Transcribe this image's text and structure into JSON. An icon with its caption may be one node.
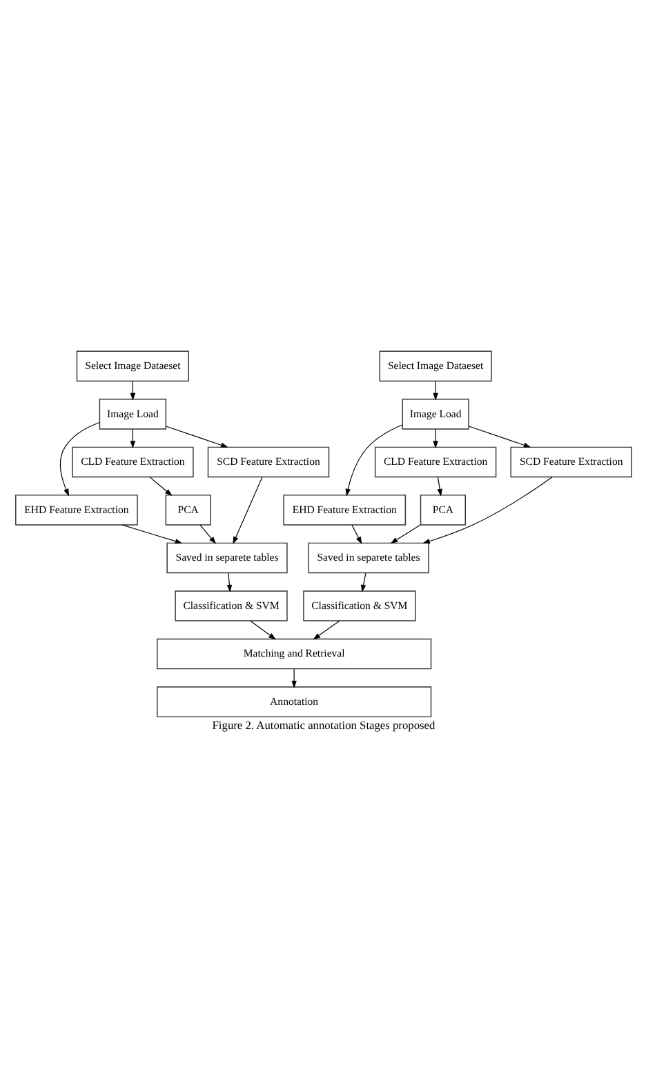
{
  "diagram": {
    "caption": "Figure 2. Automatic annotation Stages proposed",
    "nodes": [
      {
        "text": [
          "Select Image Dataeset"
        ]
      },
      {
        "text": [
          "Image Load"
        ]
      },
      {
        "text": [
          "EHD Feature Extraction"
        ]
      },
      {
        "text": [
          "CLD Feature Extraction"
        ]
      },
      {
        "text": [
          "SCD Feature Extraction"
        ]
      },
      {
        "text": [
          "PCA"
        ]
      },
      {
        "text": [
          "Saved in separete tables"
        ]
      },
      {
        "text": [
          "Classification & SVM"
        ]
      },
      {
        "text": [
          "Select Image Dataeset"
        ]
      },
      {
        "text": [
          "Image Load"
        ]
      },
      {
        "text": [
          "EHD Feature Extraction"
        ]
      },
      {
        "text": [
          "CLD Feature Extraction"
        ]
      },
      {
        "text": [
          "SCD Feature Extraction"
        ]
      },
      {
        "text": [
          "PCA"
        ]
      },
      {
        "text": [
          "Saved in separete tables"
        ]
      },
      {
        "text": [
          "Classification & SVM"
        ]
      },
      {
        "text": [
          "Matching and Retrieval"
        ]
      },
      {
        "text": [
          "Annotation"
        ]
      }
    ],
    "edges": [
      {
        "from": 0,
        "to": 1,
        "arrow": "to"
      },
      {
        "from": 1,
        "to": 2,
        "arrow": "to"
      },
      {
        "from": 1,
        "to": 3,
        "arrow": "to"
      },
      {
        "from": 1,
        "to": 4,
        "arrow": "to"
      },
      {
        "from": 3,
        "to": 5,
        "arrow": "to"
      },
      {
        "from": 2,
        "to": 6,
        "arrow": "to"
      },
      {
        "from": 5,
        "to": 6,
        "arrow": "to"
      },
      {
        "from": 4,
        "to": 6,
        "arrow": "to"
      },
      {
        "from": 6,
        "to": 7,
        "arrow": "to"
      },
      {
        "from": 7,
        "to": 16,
        "arrow": "to"
      },
      {
        "from": 8,
        "to": 9,
        "arrow": "to"
      },
      {
        "from": 9,
        "to": 10,
        "arrow": "to"
      },
      {
        "from": 9,
        "to": 11,
        "arrow": "to"
      },
      {
        "from": 9,
        "to": 12,
        "arrow": "to"
      },
      {
        "from": 11,
        "to": 13,
        "arrow": "to"
      },
      {
        "from": 10,
        "to": 14,
        "arrow": "to"
      },
      {
        "from": 13,
        "to": 14,
        "arrow": "to"
      },
      {
        "from": 12,
        "to": 14,
        "arrow": "to"
      },
      {
        "from": 14,
        "to": 15,
        "arrow": "to"
      },
      {
        "from": 15,
        "to": 16,
        "arrow": "to"
      },
      {
        "from": 16,
        "to": 17,
        "arrow": "to"
      }
    ]
  }
}
